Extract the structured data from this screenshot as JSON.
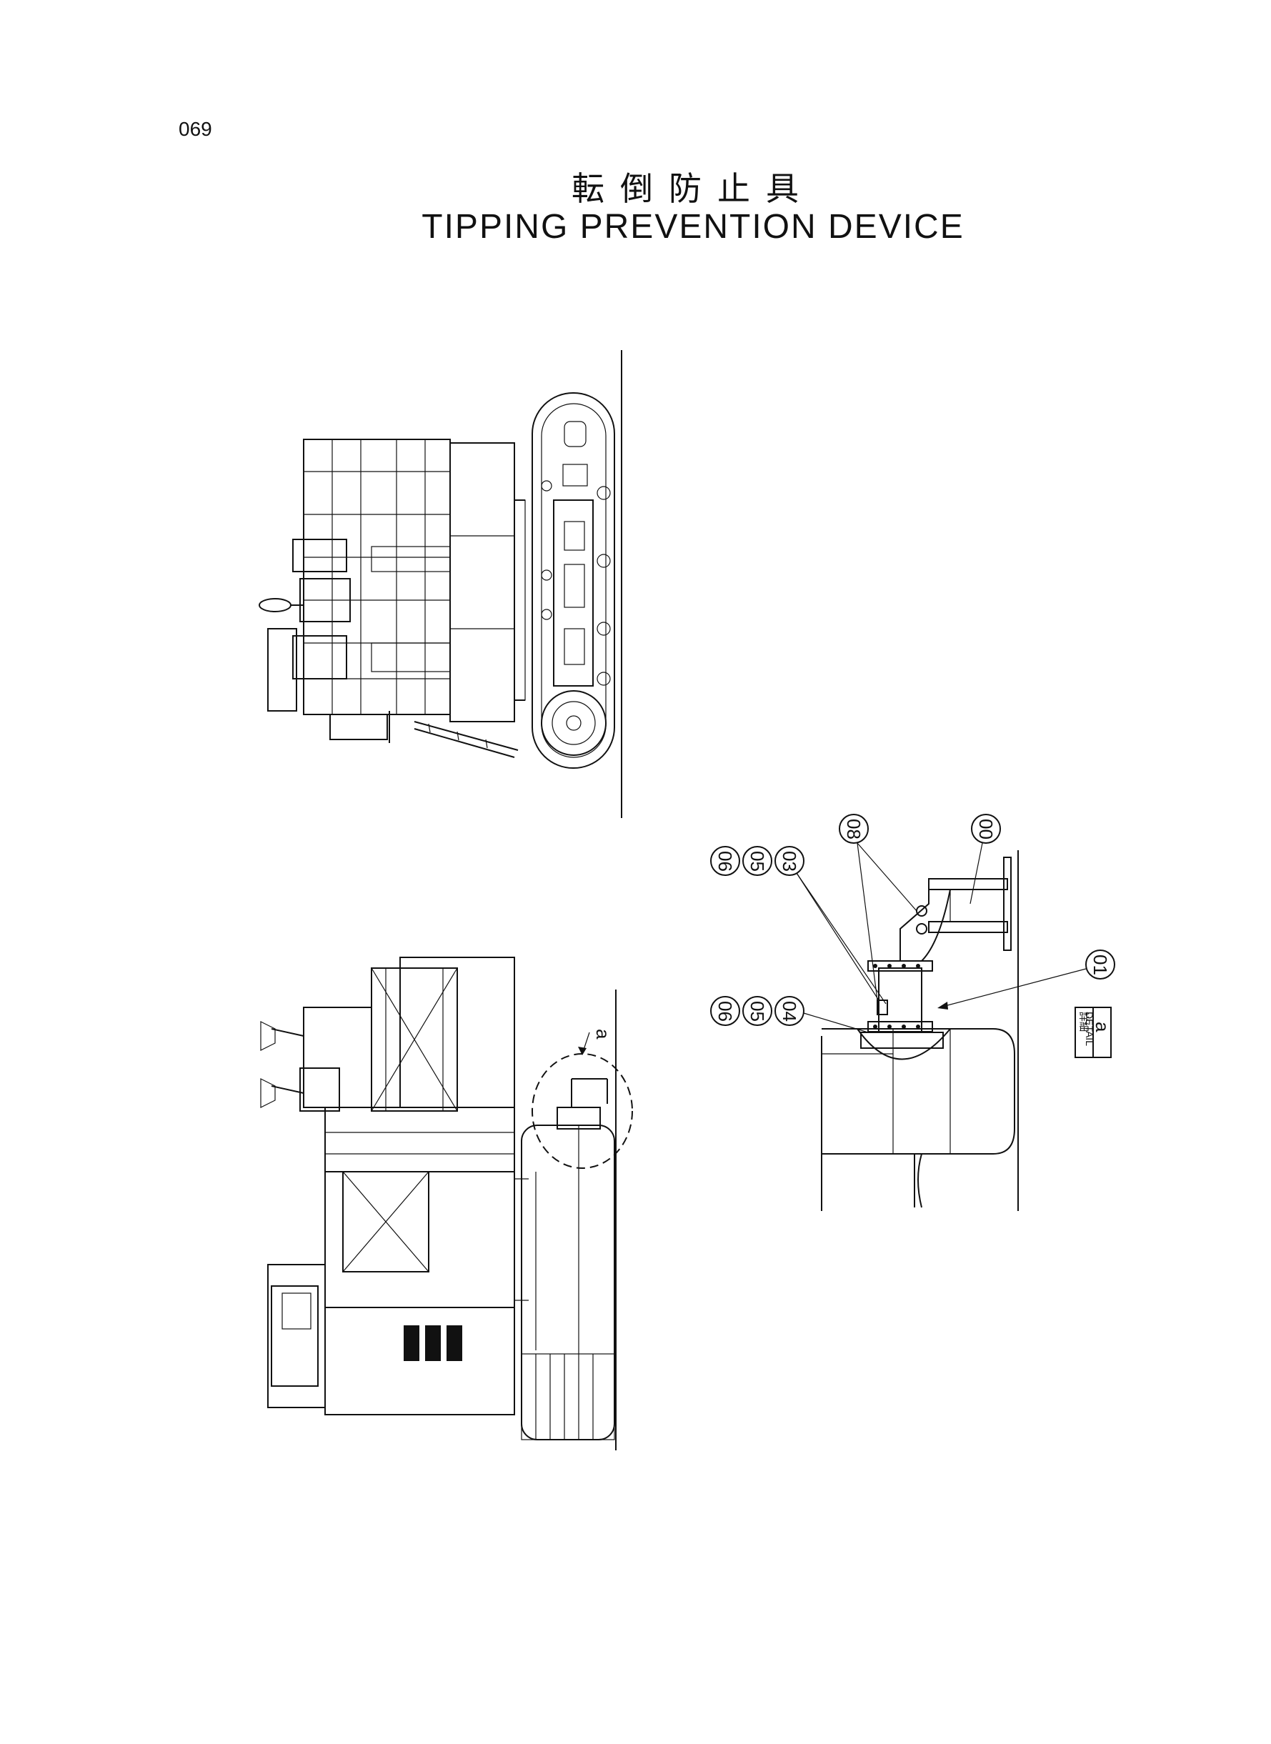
{
  "page": {
    "number": "069",
    "title_jp": "転倒防止具",
    "title_en": "TIPPING PREVENTION DEVICE"
  },
  "callouts": {
    "part_00": "00",
    "part_01": "01",
    "part_03": "03",
    "part_04": "04",
    "part_05_upper": "05",
    "part_05_lower": "05",
    "part_06_upper": "06",
    "part_06_lower": "06",
    "part_08": "08",
    "detail_ref": "a"
  },
  "detail_label": {
    "jp": "詳細",
    "en": "DETAIL",
    "ref": "a"
  }
}
